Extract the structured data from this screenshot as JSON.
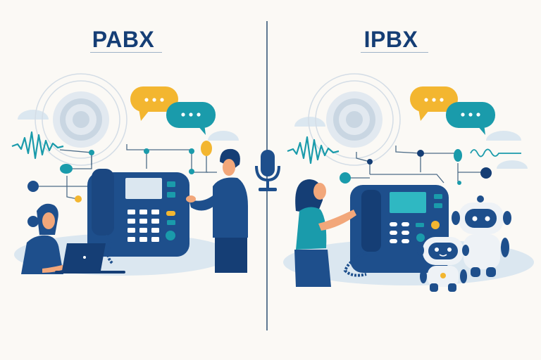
{
  "left_panel": {
    "title": "PABX",
    "scene": "traditional desk phone system with woman at laptop and man standing",
    "icons": [
      "concentric-rings-icon",
      "speech-bubble-icon",
      "speech-bubble-icon",
      "sound-wave-icon",
      "desk-phone-icon",
      "laptop-icon"
    ]
  },
  "right_panel": {
    "title": "IPBX",
    "scene": "IP desk phone with woman and two AI robots",
    "icons": [
      "concentric-rings-icon",
      "speech-bubble-icon",
      "speech-bubble-icon",
      "sound-wave-icon",
      "desk-phone-icon",
      "robot-icon",
      "robot-icon"
    ]
  },
  "center": {
    "icon": "microphone-icon"
  },
  "colors": {
    "navy": "#153e75",
    "phone_blue": "#1e4f8c",
    "teal": "#1a9bab",
    "yellow": "#f3b630",
    "skin": "#f2a77a",
    "light_blue": "#dbe7f0",
    "background": "#fbf9f5"
  }
}
